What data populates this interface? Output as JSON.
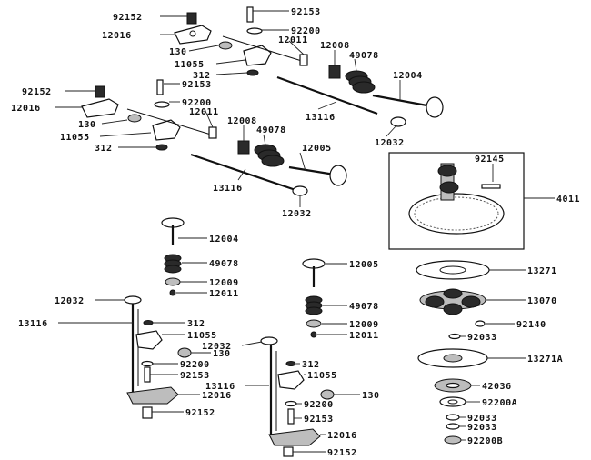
{
  "diagram": {
    "labels": {
      "l01": "92152",
      "l02": "12016",
      "l03": "92153",
      "l04": "92200",
      "l05": "12011",
      "l06": "130",
      "l07": "11055",
      "l08": "312",
      "l09": "12008",
      "l10": "49078",
      "l11": "12004",
      "l12": "13116",
      "l13": "12032",
      "l14": "92152",
      "l15": "12016",
      "l16": "92153",
      "l17": "92200",
      "l18": "12011",
      "l19": "130",
      "l20": "11055",
      "l21": "312",
      "l22": "12008",
      "l23": "49078",
      "l24": "12005",
      "l25": "13116",
      "l26": "12032",
      "l27": "92145",
      "l28": "4011",
      "l29": "12004",
      "l30": "49078",
      "l31": "12009",
      "l32": "12011",
      "l33": "12005",
      "l34": "49078",
      "l35": "12009",
      "l36": "12011",
      "l37": "13271",
      "l38": "13070",
      "l39": "92140",
      "l40": "92033",
      "l41": "13271A",
      "l42": "42036",
      "l43": "92200A",
      "l44": "92033",
      "l45": "92033",
      "l46": "92200B",
      "l47": "12032",
      "l48": "13116",
      "l49": "312",
      "l50": "11055",
      "l51": "130",
      "l52": "92200",
      "l53": "92153",
      "l54": "12016",
      "l55": "92152",
      "l56": "12032",
      "l57": "13116",
      "l58": "312",
      "l59": "11055",
      "l60": "130",
      "l61": "92200",
      "l62": "92153",
      "l63": "12016",
      "l64": "92152"
    }
  }
}
